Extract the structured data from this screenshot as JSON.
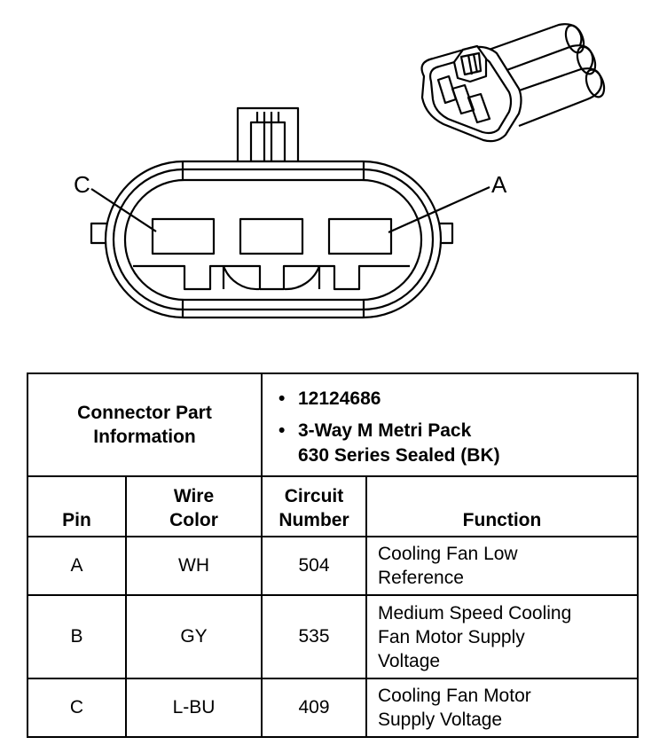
{
  "diagram": {
    "pin_callouts": {
      "left": "C",
      "right": "A"
    }
  },
  "table": {
    "part_info_label": [
      "Connector Part",
      "Information"
    ],
    "part_info_items": [
      "12124686",
      "3-Way M Metri Pack",
      "630 Series Sealed (BK)"
    ],
    "headers": {
      "pin": "Pin",
      "wire_color": [
        "Wire",
        "Color"
      ],
      "circuit_number": [
        "Circuit",
        "Number"
      ],
      "function": "Function"
    },
    "rows": [
      {
        "pin": "A",
        "wire_color": "WH",
        "circuit": "504",
        "function": [
          "Cooling Fan Low",
          "Reference"
        ]
      },
      {
        "pin": "B",
        "wire_color": "GY",
        "circuit": "535",
        "function": [
          "Medium Speed Cooling",
          "Fan Motor Supply",
          "Voltage"
        ]
      },
      {
        "pin": "C",
        "wire_color": "L-BU",
        "circuit": "409",
        "function": [
          "Cooling Fan Motor",
          "Supply Voltage"
        ]
      }
    ]
  }
}
